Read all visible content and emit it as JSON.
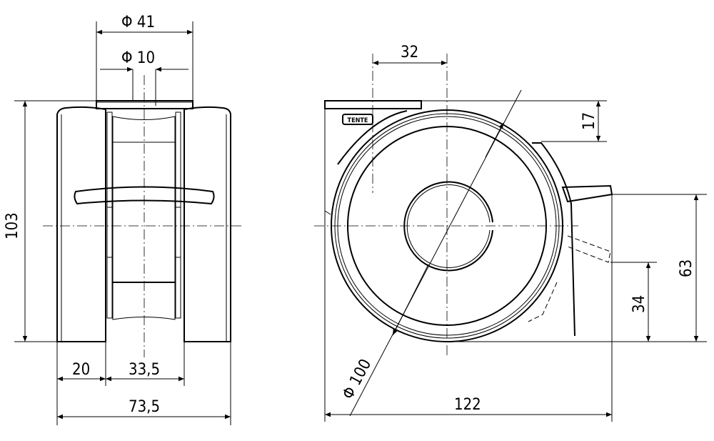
{
  "drawing": {
    "front_view": {
      "dim_top_plate": "Φ 41",
      "dim_bolt_hole": "Φ 10",
      "dim_height": "103",
      "dim_wheel_width": "20",
      "dim_gap": "33,5",
      "dim_total_width": "73,5"
    },
    "side_view": {
      "logo": "TENTE",
      "dim_offset": "32",
      "dim_brake_top": "17",
      "dim_brake_height": "63",
      "dim_release_height": "34",
      "dim_wheel_diameter": "Φ 100",
      "dim_total_length": "122"
    }
  }
}
